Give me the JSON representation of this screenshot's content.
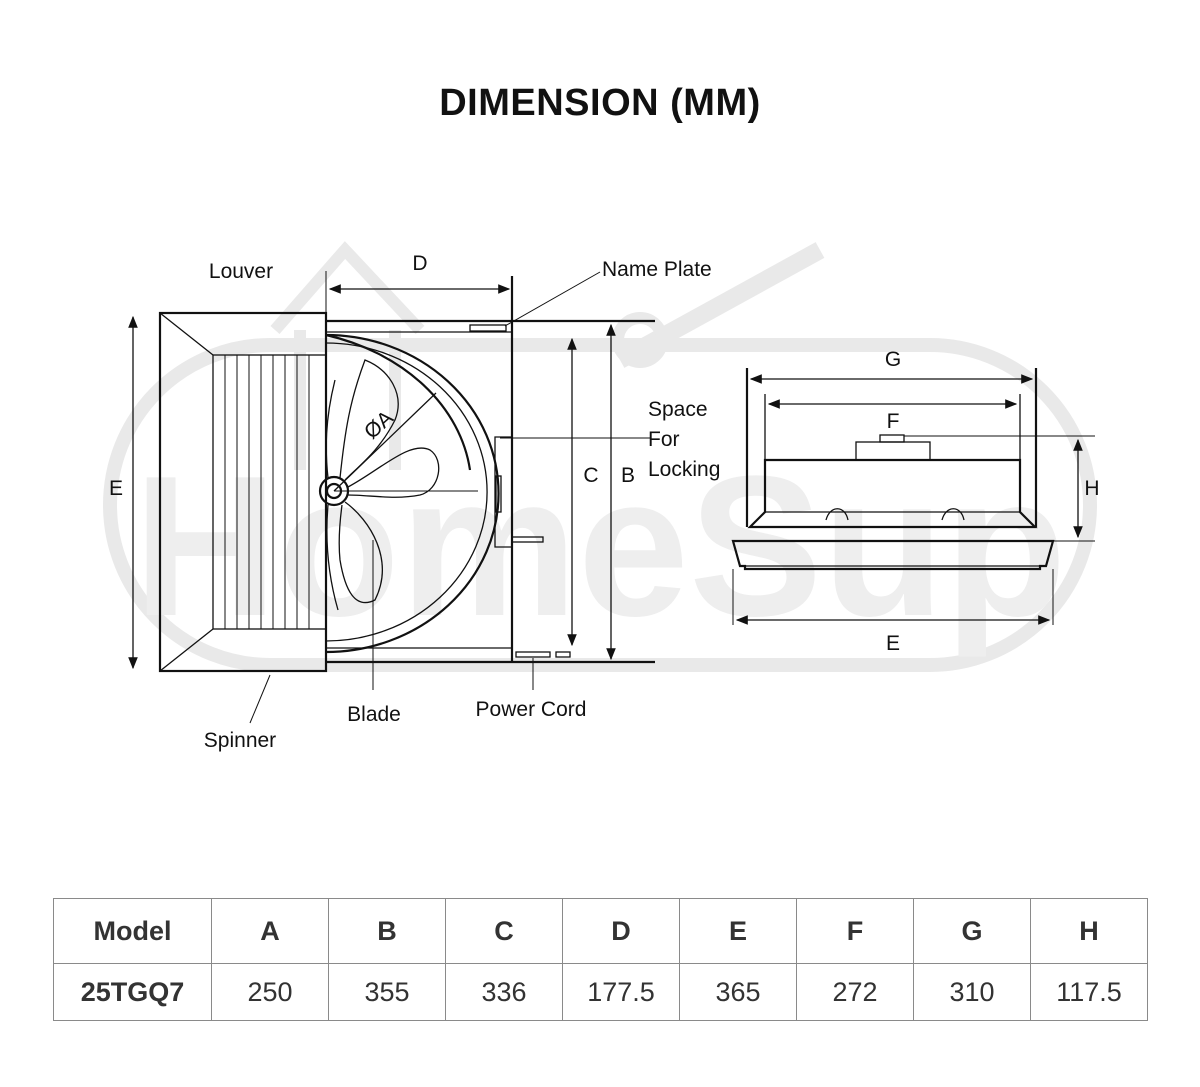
{
  "title": "DIMENSION (MM)",
  "watermark": "HomeSup",
  "labels": {
    "louver": "Louver",
    "spinner": "Spinner",
    "blade": "Blade",
    "power_cord": "Power Cord",
    "name_plate": "Name Plate",
    "space_for_locking": [
      "Space",
      "For",
      "Locking"
    ],
    "phi_a": "ØA"
  },
  "dim_letters": {
    "A": "A",
    "B": "B",
    "C": "C",
    "D": "D",
    "E": "E",
    "F": "F",
    "G": "G",
    "H": "H"
  },
  "table": {
    "headers": [
      "Model",
      "A",
      "B",
      "C",
      "D",
      "E",
      "F",
      "G",
      "H"
    ],
    "rows": [
      [
        "25TGQ7",
        "250",
        "355",
        "336",
        "177.5",
        "365",
        "272",
        "310",
        "117.5"
      ]
    ]
  }
}
